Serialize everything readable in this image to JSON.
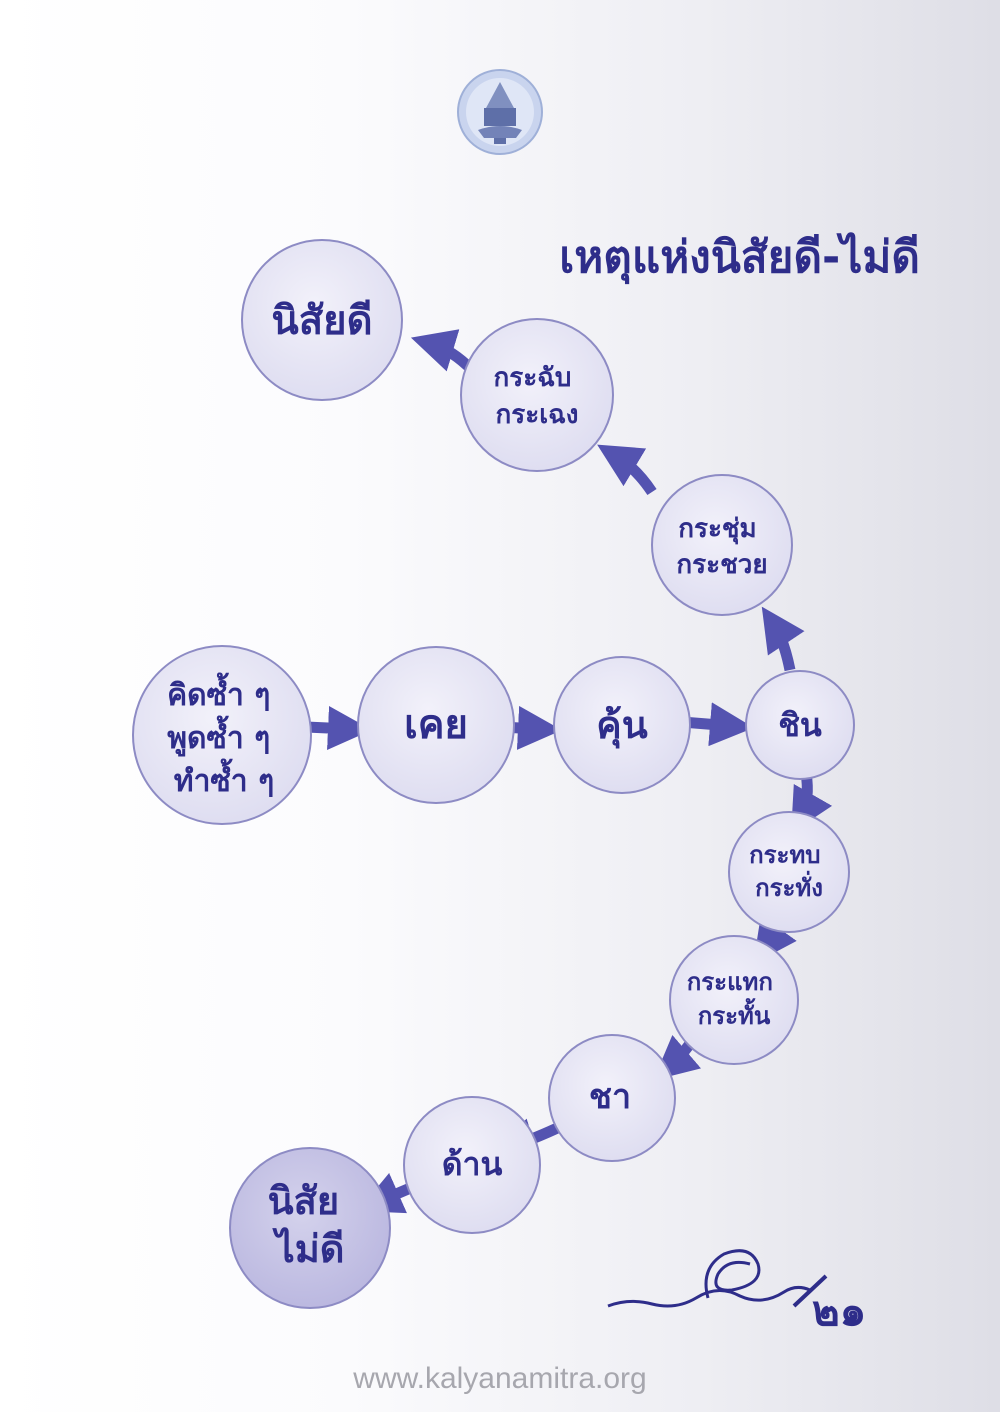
{
  "title": "เหตุแห่งนิสัยดี-ไม่ดี",
  "page_number": "๒๑",
  "website": "www.kalyanamitra.org",
  "colors": {
    "accent": "#2e2d8a",
    "node_fill": "#e3e2f3",
    "node_fill_dark": "#c7c5e6",
    "node_stroke": "#8d8bc4",
    "arrow": "#5453b0"
  },
  "icons": {
    "logo": "temple-emblem-icon",
    "signature": "handwritten-signature"
  },
  "nodes": [
    {
      "id": "start",
      "lines": [
        "คิดซ้ำ ๆ",
        "พูดซ้ำ ๆ",
        "ทำซ้ำ ๆ"
      ]
    },
    {
      "id": "khoei",
      "lines": [
        "เคย"
      ]
    },
    {
      "id": "khun",
      "lines": [
        "คุ้น"
      ]
    },
    {
      "id": "chin",
      "lines": [
        "ชิน"
      ]
    },
    {
      "id": "krachum",
      "lines": [
        "กระชุ่ม",
        "กระชวย"
      ]
    },
    {
      "id": "krachap",
      "lines": [
        "กระฉับ",
        "กระเฉง"
      ]
    },
    {
      "id": "good",
      "lines": [
        "นิสัยดี"
      ]
    },
    {
      "id": "krathop",
      "lines": [
        "กระทบ",
        "กระทั่ง"
      ]
    },
    {
      "id": "krathaek",
      "lines": [
        "กระแทก",
        "กระทั้น"
      ]
    },
    {
      "id": "cha",
      "lines": [
        "ชา"
      ]
    },
    {
      "id": "dan",
      "lines": [
        "ด้าน"
      ]
    },
    {
      "id": "bad",
      "lines": [
        "นิสัย",
        "ไม่ดี"
      ]
    }
  ]
}
